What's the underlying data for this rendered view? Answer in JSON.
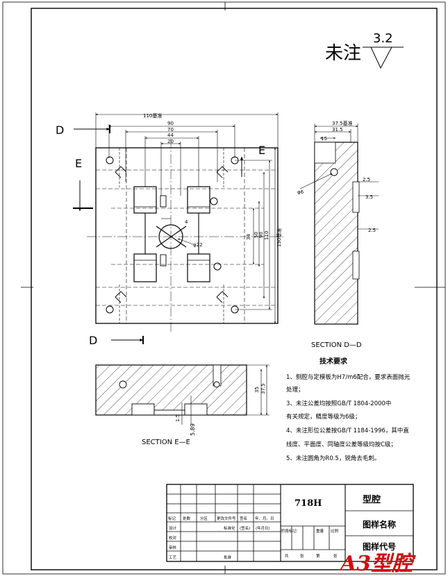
{
  "surface_note": {
    "label": "未注",
    "roughness_value": "3.2"
  },
  "plan_view": {
    "section_marks": {
      "d_top": "D",
      "d_bottom": "D",
      "e_left": "E",
      "e_right": "E"
    },
    "dims": {
      "width_overall": "110基准",
      "width_90": "90",
      "width_70": "70",
      "width_44": "44",
      "width_20": "20",
      "hole_4": "4",
      "dia_22": "φ22",
      "h_34": "34",
      "h_50": "50",
      "h_90": "90",
      "h_110": "110",
      "h_130": "130基准"
    }
  },
  "side_view": {
    "dims": {
      "w_375": "37.5基准",
      "w_315": "31.5",
      "d_15": "15",
      "d_25a": "2.5",
      "d_35": "3.5",
      "d_25b": "2.5",
      "phi6": "φ6"
    },
    "caption": "SECTION D—D"
  },
  "bottom_view": {
    "dims": {
      "h_35": "35",
      "h_375": "37.5",
      "d_15": "1.5",
      "d_589": "5.89"
    },
    "caption": "SECTION E—E"
  },
  "tech_req": {
    "title": "技术要求",
    "items": [
      "1、侧腔与定模板为H7/m6配合，要求表面抛光",
      "   处理；",
      "3、未注公差均按照GB/T 1804-2000中",
      "   有关规定，精度等级为6级；",
      "4、未注形位公差按GB/T 1184-1996，其中直",
      "   线度、平面度、同轴度公差等级均按C级；",
      "5、未注圆角为R0.5，锐角去毛刺。"
    ]
  },
  "title_block": {
    "material": "718H",
    "part_name": "型腔",
    "drawing_name_label": "图样名称",
    "drawing_code_label": "图样代号",
    "rows_left": [
      "设计",
      "校对",
      "审核",
      "工艺"
    ],
    "header_row": [
      "标记",
      "处数",
      "分区",
      "更改文件号",
      "签名",
      "年、月、日"
    ],
    "std_label": "标准化",
    "sign_label": "(签名)",
    "date_label": "(年月日)",
    "approve_label": "批准",
    "stage_labels": [
      "阶段标记",
      "重量",
      "比例"
    ],
    "sheet_labels": [
      "共",
      "张",
      "第",
      "张"
    ]
  },
  "stamp": "A3型腔"
}
